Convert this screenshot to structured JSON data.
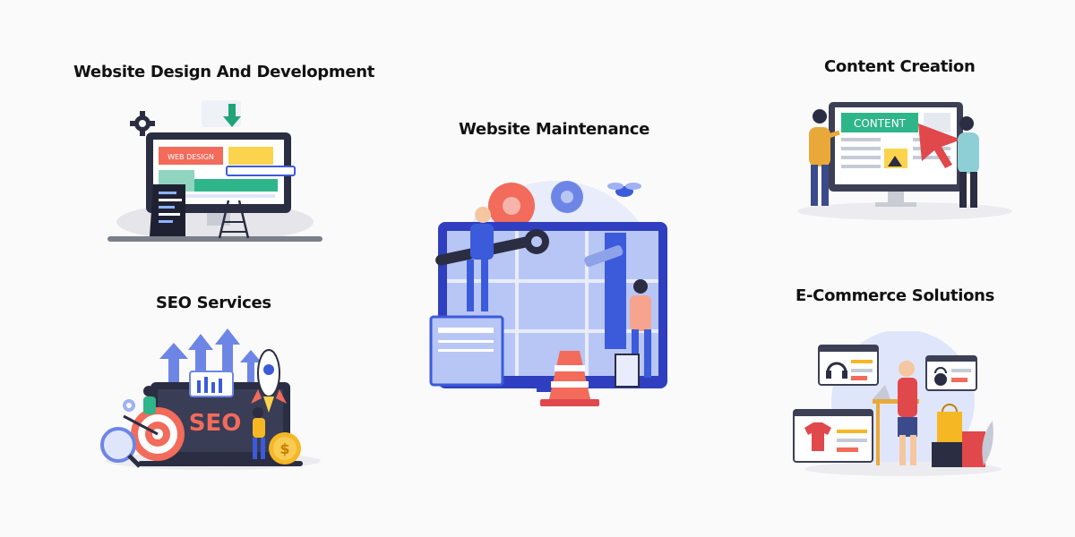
{
  "services": {
    "web_design": {
      "title": "Website Design And Development",
      "screen_label": "WEB DESIGN"
    },
    "content": {
      "title": "Content Creation",
      "screen_label": "CONTENT"
    },
    "maintenance": {
      "title": "Website Maintenance"
    },
    "seo": {
      "title": "SEO Services",
      "screen_label": "SEO",
      "coin_symbol": "$"
    },
    "ecommerce": {
      "title": "E-Commerce Solutions"
    }
  },
  "colors": {
    "accent_orange": "#f26b5b",
    "accent_blue": "#3b5bdb",
    "accent_green": "#2fb58a",
    "dark": "#2b2d42",
    "light_blue": "#dfe6fb"
  }
}
